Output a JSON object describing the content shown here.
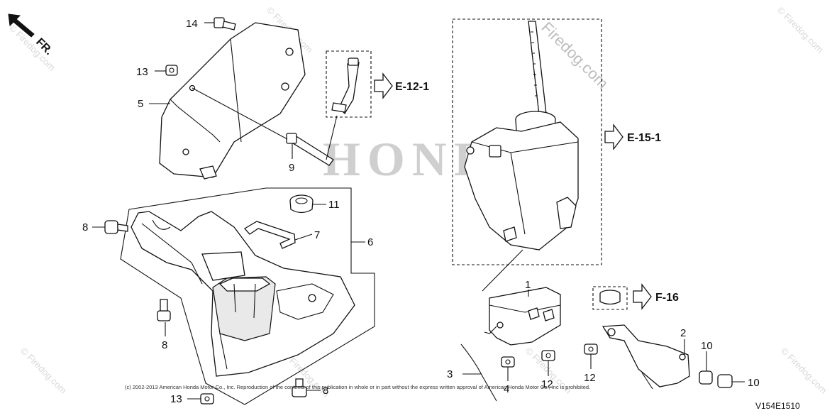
{
  "diagram_code": "V154E1510",
  "copyright": "(c) 2002-2013 American Honda Motor Co., Inc. Reproduction of the contents of this publication in whole or in part without the express written approval of American Honda Motor Co., Inc is prohibited.",
  "direction_marker": {
    "label": "FR.",
    "icon": "arrow-up-left-icon"
  },
  "watermark": {
    "site": "Firedog.com",
    "corner": "© Firedog.com",
    "brand": "HONDA"
  },
  "references": [
    {
      "id": "e12",
      "label": "E-12-1"
    },
    {
      "id": "e15",
      "label": "E-15-1"
    },
    {
      "id": "f16",
      "label": "F-16"
    }
  ],
  "callouts": [
    {
      "id": "c14",
      "label": "14"
    },
    {
      "id": "c13a",
      "label": "13"
    },
    {
      "id": "c5",
      "label": "5"
    },
    {
      "id": "c9",
      "label": "9"
    },
    {
      "id": "c11",
      "label": "11"
    },
    {
      "id": "c7",
      "label": "7"
    },
    {
      "id": "c6",
      "label": "6"
    },
    {
      "id": "c8a",
      "label": "8"
    },
    {
      "id": "c8b",
      "label": "8"
    },
    {
      "id": "c8c",
      "label": "8"
    },
    {
      "id": "c13b",
      "label": "13"
    },
    {
      "id": "c1",
      "label": "1"
    },
    {
      "id": "c2",
      "label": "2"
    },
    {
      "id": "c3",
      "label": "3"
    },
    {
      "id": "c4",
      "label": "4"
    },
    {
      "id": "c12a",
      "label": "12"
    },
    {
      "id": "c12b",
      "label": "12"
    },
    {
      "id": "c10a",
      "label": "10"
    },
    {
      "id": "c10b",
      "label": "10"
    }
  ],
  "colors": {
    "ink": "#111111",
    "watermark": "#cfcfcf",
    "background": "#ffffff"
  }
}
